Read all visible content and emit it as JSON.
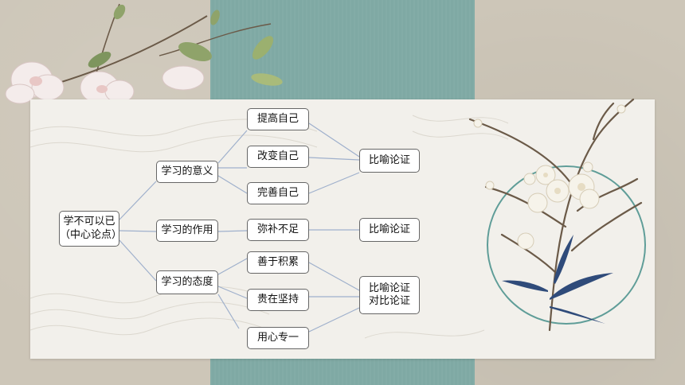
{
  "diagram": {
    "root": {
      "line1": "学不可以已",
      "line2": "（中心论点）"
    },
    "branches": [
      {
        "label": "学习的意义"
      },
      {
        "label": "学习的作用"
      },
      {
        "label": "学习的态度"
      }
    ],
    "leaves": [
      {
        "label": "提高自己"
      },
      {
        "label": "改变自己"
      },
      {
        "label": "完善自己"
      },
      {
        "label": "弥补不足"
      },
      {
        "label": "善于积累"
      },
      {
        "label": "贵在坚持"
      },
      {
        "label": "用心专一"
      }
    ],
    "methods": [
      {
        "line1": "比喻论证"
      },
      {
        "line1": "比喻论证"
      },
      {
        "line1": "比喻论证",
        "line2": "对比论证"
      }
    ]
  },
  "colors": {
    "background": "#cdc6b8",
    "teal_strip": "#7fa9a4",
    "card": "#f2f0eb",
    "connector": "#9fb0cc",
    "circle": "#5f9d98"
  },
  "decorations": [
    "magnolia-branch-icon",
    "plum-blossom-icon",
    "bamboo-leaf-icon"
  ]
}
